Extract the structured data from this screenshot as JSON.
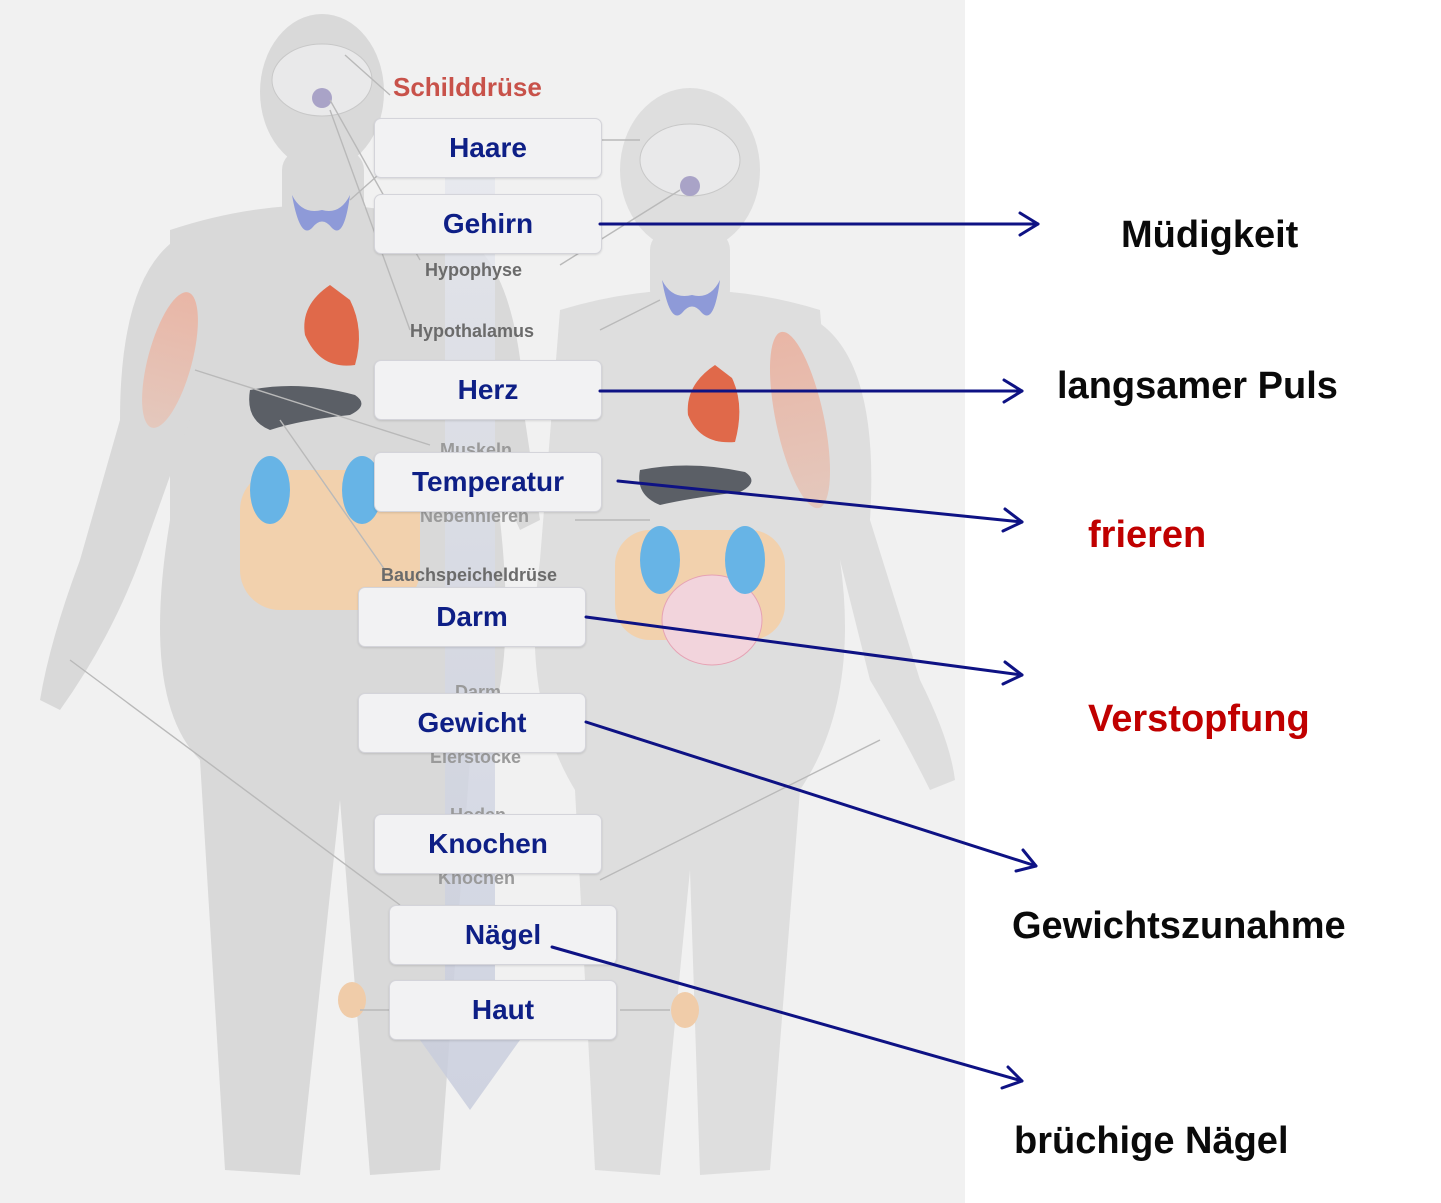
{
  "diagram": {
    "illustration_labels": {
      "title": "Schilddrüse",
      "hypophyse": "Hypophyse",
      "hypothalamus": "Hypothalamus",
      "muskeln": "Muskeln",
      "nebennieren": "Nebennieren",
      "bauchspeicheldruese": "Bauchspeicheldrüse",
      "darm": "Darm",
      "eierstoecke": "Eierstöcke",
      "hoden": "Hoden",
      "knochen": "Knochen"
    },
    "boxes": [
      "Haare",
      "Gehirn",
      "Herz",
      "Temperatur",
      "Darm",
      "Gewicht",
      "Knochen",
      "Nägel",
      "Haut"
    ],
    "symptoms": [
      {
        "text": "Müdigkeit",
        "color": "#0a0a0a"
      },
      {
        "text": "langsamer Puls",
        "color": "#0a0a0a"
      },
      {
        "text": "frieren",
        "color": "#c00000"
      },
      {
        "text": "Verstopfung",
        "color": "#c00000"
      },
      {
        "text": "Gewichtszunahme",
        "color": "#0a0a0a"
      },
      {
        "text": "brüchige Nägel",
        "color": "#0a0a0a"
      }
    ],
    "colors": {
      "arrow": "#0e1284",
      "box_text": "#0e1f86",
      "title_red": "#c8524a",
      "symptom_red": "#c00000",
      "symptom_black": "#0a0a0a"
    }
  }
}
